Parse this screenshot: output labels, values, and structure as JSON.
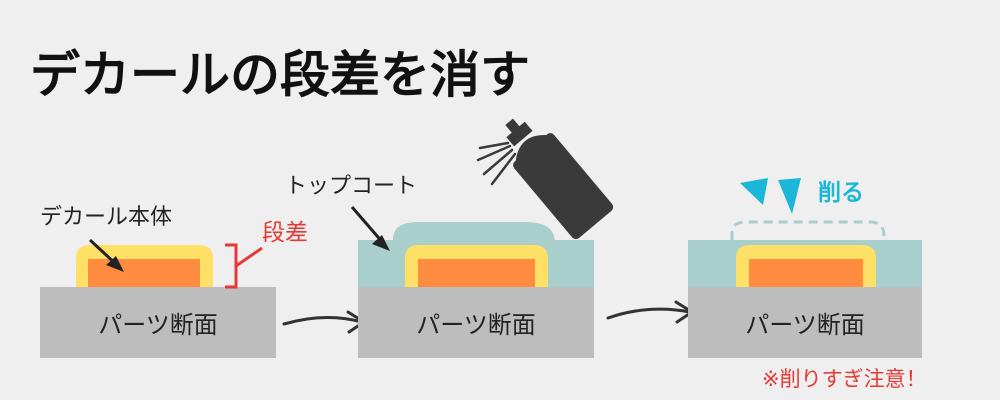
{
  "title": "デカールの段差を消す",
  "panel1": {
    "decal_label": "デカール本体",
    "step_label": "段差",
    "part_label": "パーツ断面"
  },
  "panel2": {
    "topcoat_label": "トップコート",
    "part_label": "パーツ断面"
  },
  "panel3": {
    "sand_label": "削る",
    "part_label": "パーツ断面",
    "warning": "※削りすぎ注意！"
  },
  "icons": [
    "spray-can-icon",
    "arrow-right-icon",
    "sanding-marks-icon"
  ],
  "colors": {
    "background": "#efefef",
    "part": "#bdbdbd",
    "decal_edge": "#ffe066",
    "decal_core": "#ff8c3f",
    "topcoat": "#a9cfcc",
    "accent_red": "#e53935",
    "accent_cyan": "#1bb7d8",
    "can": "#3a3a3a",
    "text": "#222222"
  }
}
